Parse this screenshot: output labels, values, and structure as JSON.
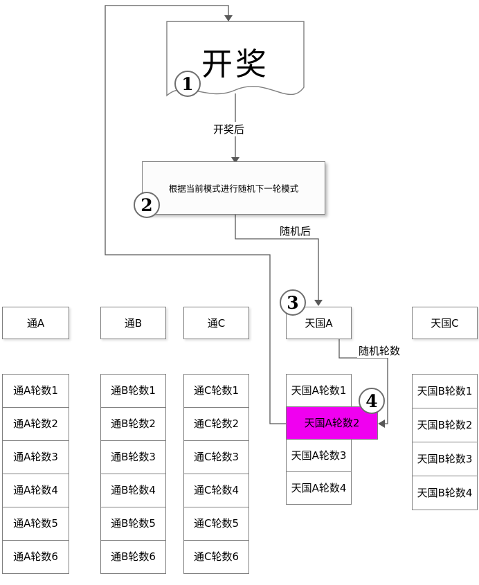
{
  "colors": {
    "highlight": "#F000F0",
    "box_border": "#7f7f7f",
    "connector": "#595959"
  },
  "flow": {
    "start_node": "开奖",
    "edge_after_draw": "开奖后",
    "process_node": "根据当前模式进行随机下一轮模式",
    "edge_after_random": "随机后",
    "edge_random_rounds": "随机轮数",
    "badges": [
      "1",
      "2",
      "3",
      "4"
    ]
  },
  "columns": [
    {
      "header": "通A",
      "items": [
        "通A轮数1",
        "通A轮数2",
        "通A轮数3",
        "通A轮数4",
        "通A轮数5",
        "通A轮数6"
      ]
    },
    {
      "header": "通B",
      "items": [
        "通B轮数1",
        "通B轮数2",
        "通B轮数3",
        "通B轮数4",
        "通B轮数5",
        "通B轮数6"
      ]
    },
    {
      "header": "通C",
      "items": [
        "通C轮数1",
        "通C轮数2",
        "通C轮数3",
        "通C轮数4",
        "通C轮数5",
        "通C轮数6"
      ]
    },
    {
      "header": "天国A",
      "items": [
        "天国A轮数1",
        "天国A轮数2",
        "天国A轮数3",
        "天国A轮数4"
      ],
      "highlight_index": 1
    },
    {
      "header": "天国C",
      "items": [
        "天国B轮数1",
        "天国B轮数2",
        "天国B轮数3",
        "天国B轮数4"
      ]
    }
  ]
}
